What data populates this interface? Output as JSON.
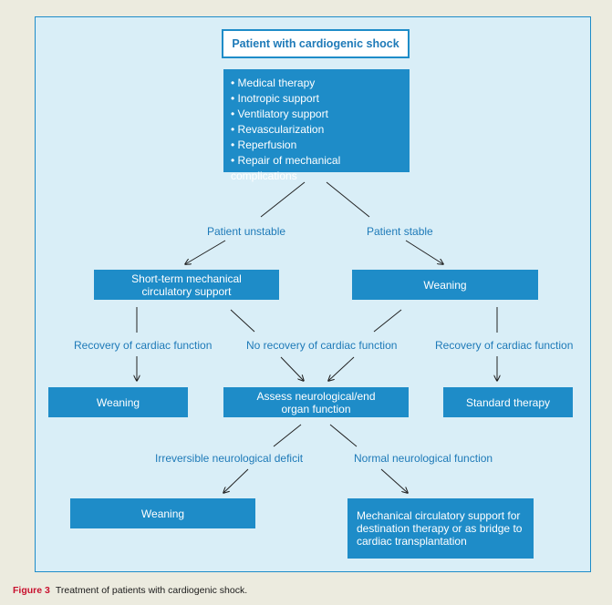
{
  "diagram": {
    "title": "Patient with cardiogenic shock",
    "therapies": [
      "Medical therapy",
      "Inotropic support",
      "Ventilatory support",
      "Revascularization",
      "Reperfusion",
      "Repair of mechanical complications"
    ],
    "boxes": {
      "short_term_line1": "Short-term mechanical",
      "short_term_line2": "circulatory support",
      "weaning_right": "Weaning",
      "weaning_left": "Weaning",
      "assess_line1": "Assess neurological/end",
      "assess_line2": "organ function",
      "standard_therapy": "Standard therapy",
      "weaning_bottom": "Weaning",
      "mcs_line1": "Mechanical circulatory support for",
      "mcs_line2": "destination therapy or as bridge to",
      "mcs_line3": "cardiac transplantation"
    },
    "labels": {
      "patient_unstable": "Patient unstable",
      "patient_stable": "Patient stable",
      "recovery_left": "Recovery of cardiac function",
      "no_recovery": "No recovery of cardiac function",
      "recovery_right": "Recovery of cardiac function",
      "irreversible": "Irreversible neurological deficit",
      "normal": "Normal neurological function"
    },
    "colors": {
      "box_fill": "#1e8cc8",
      "background": "#d9eef7",
      "label_text": "#1e7ab8",
      "caption_accent": "#c8102e"
    }
  },
  "caption": {
    "label": "Figure 3",
    "text": "Treatment of patients with cardiogenic shock."
  }
}
